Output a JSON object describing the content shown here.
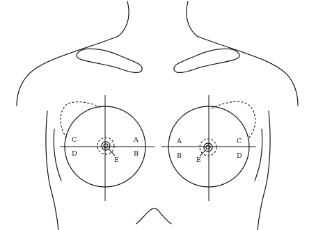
{
  "quadrants": {
    "left_breast": {
      "upper_outer": "C",
      "lower_outer": "D",
      "upper_inner": "A",
      "lower_inner": "B",
      "central": "E"
    },
    "right_breast": {
      "upper_inner": "A",
      "lower_inner": "B",
      "upper_outer": "C",
      "lower_outer": "D",
      "central": "E"
    }
  }
}
